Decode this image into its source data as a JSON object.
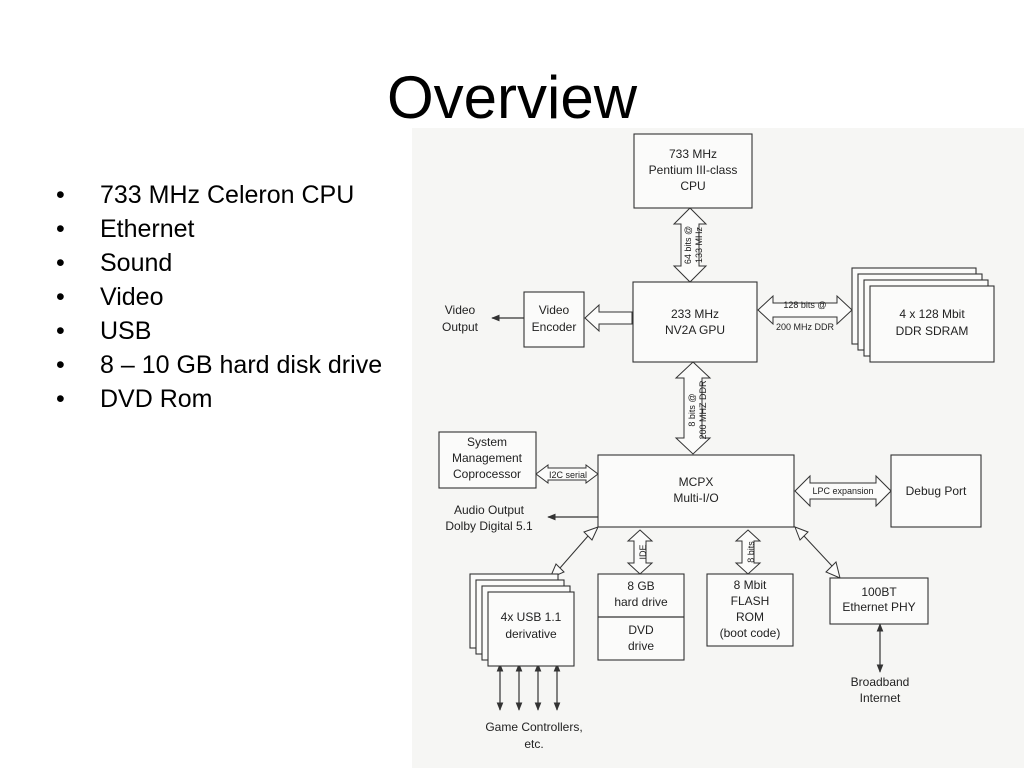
{
  "slide": {
    "title": "Overview",
    "bullet_glyph": "•",
    "bullets": [
      "733 MHz Celeron CPU",
      "Ethernet",
      "Sound",
      "Video",
      "USB",
      "8 – 10 GB hard disk drive",
      "DVD Rom"
    ]
  },
  "diagram": {
    "cpu": [
      "733 MHz",
      "Pentium III-class",
      "CPU"
    ],
    "gpu": [
      "233 MHz",
      "NV2A GPU"
    ],
    "video_encoder": [
      "Video",
      "Encoder"
    ],
    "video_output": [
      "Video",
      "Output"
    ],
    "ddr_sdram": [
      "4 x 128 Mbit",
      "DDR SDRAM"
    ],
    "mcpx": [
      "MCPX",
      "Multi-I/O"
    ],
    "smc": [
      "System",
      "Management",
      "Coprocessor"
    ],
    "debug_port": "Debug Port",
    "audio_output": [
      "Audio Output",
      "Dolby Digital 5.1"
    ],
    "usb": [
      "4x USB 1.1",
      "derivative"
    ],
    "hard_drive": [
      "8 GB",
      "hard drive"
    ],
    "dvd_drive": [
      "DVD",
      "drive"
    ],
    "flash_rom": [
      "8 Mbit",
      "FLASH",
      "ROM",
      "(boot code)"
    ],
    "ethernet_phy": [
      "100BT",
      "Ethernet PHY"
    ],
    "broadband": [
      "Broadband",
      "Internet"
    ],
    "game_controllers": [
      "Game Controllers,",
      "etc."
    ],
    "bus_cpu_gpu": [
      "64 bits @",
      "133 MHz"
    ],
    "bus_gpu_ram": [
      "128 bits @",
      "200 MHz DDR"
    ],
    "bus_gpu_mcpx": [
      "8 bits @",
      "200 MHZ DDR"
    ],
    "bus_i2c": "I2C serial",
    "bus_lpc": "LPC expansion",
    "bus_ide": "IDE",
    "bus_flash": "8 bits"
  }
}
